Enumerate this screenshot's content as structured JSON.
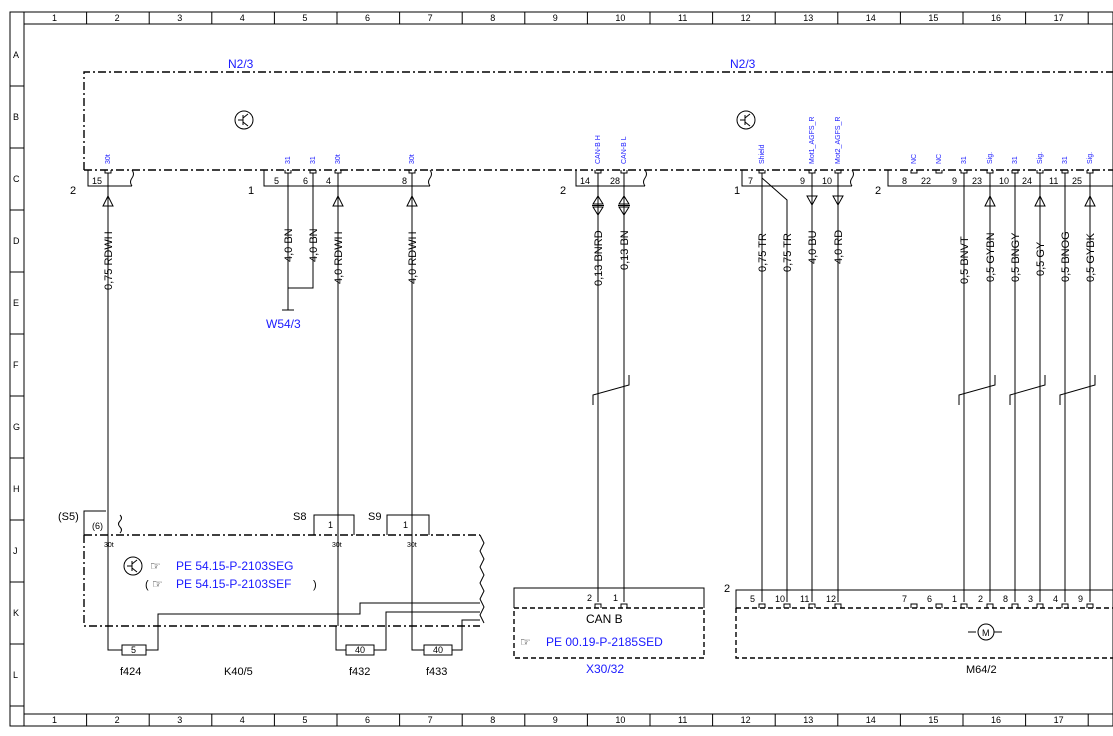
{
  "grid": {
    "cols": [
      "1",
      "2",
      "3",
      "4",
      "5",
      "6",
      "7",
      "8",
      "9",
      "10",
      "11",
      "12",
      "13",
      "14",
      "15",
      "16",
      "17"
    ],
    "rows": [
      "A",
      "B",
      "C",
      "D",
      "E",
      "F",
      "G",
      "H",
      "J",
      "K",
      "L"
    ]
  },
  "modules": {
    "left_name": "N2/3",
    "right_name": "N2/3",
    "connector_numbers": [
      "2",
      "1",
      "2",
      "1",
      "2"
    ]
  },
  "left_pins": [
    {
      "pin": "15",
      "signal": "30t",
      "wire": "0,75 RDWH"
    },
    {
      "pin": "5",
      "signal": "31",
      "wire": "4,0 BN"
    },
    {
      "pin": "6",
      "signal": "31",
      "wire": "4,0 BN"
    },
    {
      "pin": "4",
      "signal": "30t",
      "wire": "4,0 RDWH"
    },
    {
      "pin": "8",
      "signal": "30t",
      "wire": "4,0 RDWH"
    }
  ],
  "can_pins": [
    {
      "pin": "14",
      "signal": "CAN-B H",
      "wire": "0,13 BNRD"
    },
    {
      "pin": "28",
      "signal": "CAN-B L",
      "wire": "0,13 BN"
    }
  ],
  "right_pins": [
    {
      "pin": "7",
      "signal": "Shield",
      "wire": "0,75 TR"
    },
    {
      "pin": "",
      "signal": "",
      "wire": "0,75 TR"
    },
    {
      "pin": "9",
      "signal": "Mot1_AGFS_R",
      "wire": "4,0 BU"
    },
    {
      "pin": "10",
      "signal": "Mot2_AGFS_R",
      "wire": "4,0 RD"
    },
    {
      "pin": "8",
      "signal": "NC",
      "wire": ""
    },
    {
      "pin": "22",
      "signal": "NC",
      "wire": ""
    },
    {
      "pin": "9",
      "signal": "31",
      "wire": "0,5 BNVT"
    },
    {
      "pin": "23",
      "signal": "Sig.",
      "wire": "0,5 GYBN"
    },
    {
      "pin": "10",
      "signal": "31",
      "wire": "0,5 BNGY"
    },
    {
      "pin": "24",
      "signal": "Sig.",
      "wire": "0,5 GY"
    },
    {
      "pin": "11",
      "signal": "31",
      "wire": "0,5 BNOG"
    },
    {
      "pin": "25",
      "signal": "Sig.",
      "wire": "0,5 GYBK"
    }
  ],
  "ground": "W54/3",
  "relay_box": {
    "name": "K40/5",
    "s5": "(S5)",
    "s5_pin": "(6)",
    "s8": "S8",
    "s9": "S9",
    "pin1": "1",
    "pin_signal": "30t",
    "ref1": "PE 54.15-P-2103SEG",
    "ref2_open": "(",
    "ref2": "PE 54.15-P-2103SEF",
    "ref2_close": ")",
    "fuses": [
      {
        "name": "f424",
        "rating": "5"
      },
      {
        "name": "f432",
        "rating": "40"
      },
      {
        "name": "f433",
        "rating": "40"
      }
    ]
  },
  "can_box": {
    "title": "CAN B",
    "pins": [
      "2",
      "1"
    ],
    "ref": "PE 00.19-P-2185SED",
    "name": "X30/32"
  },
  "motor_box": {
    "name": "M64/2",
    "connector": "2",
    "pins": [
      "5",
      "10",
      "11",
      "12",
      "7",
      "6",
      "1",
      "2",
      "8",
      "3",
      "4",
      "9"
    ],
    "motor_symbol": "M"
  }
}
